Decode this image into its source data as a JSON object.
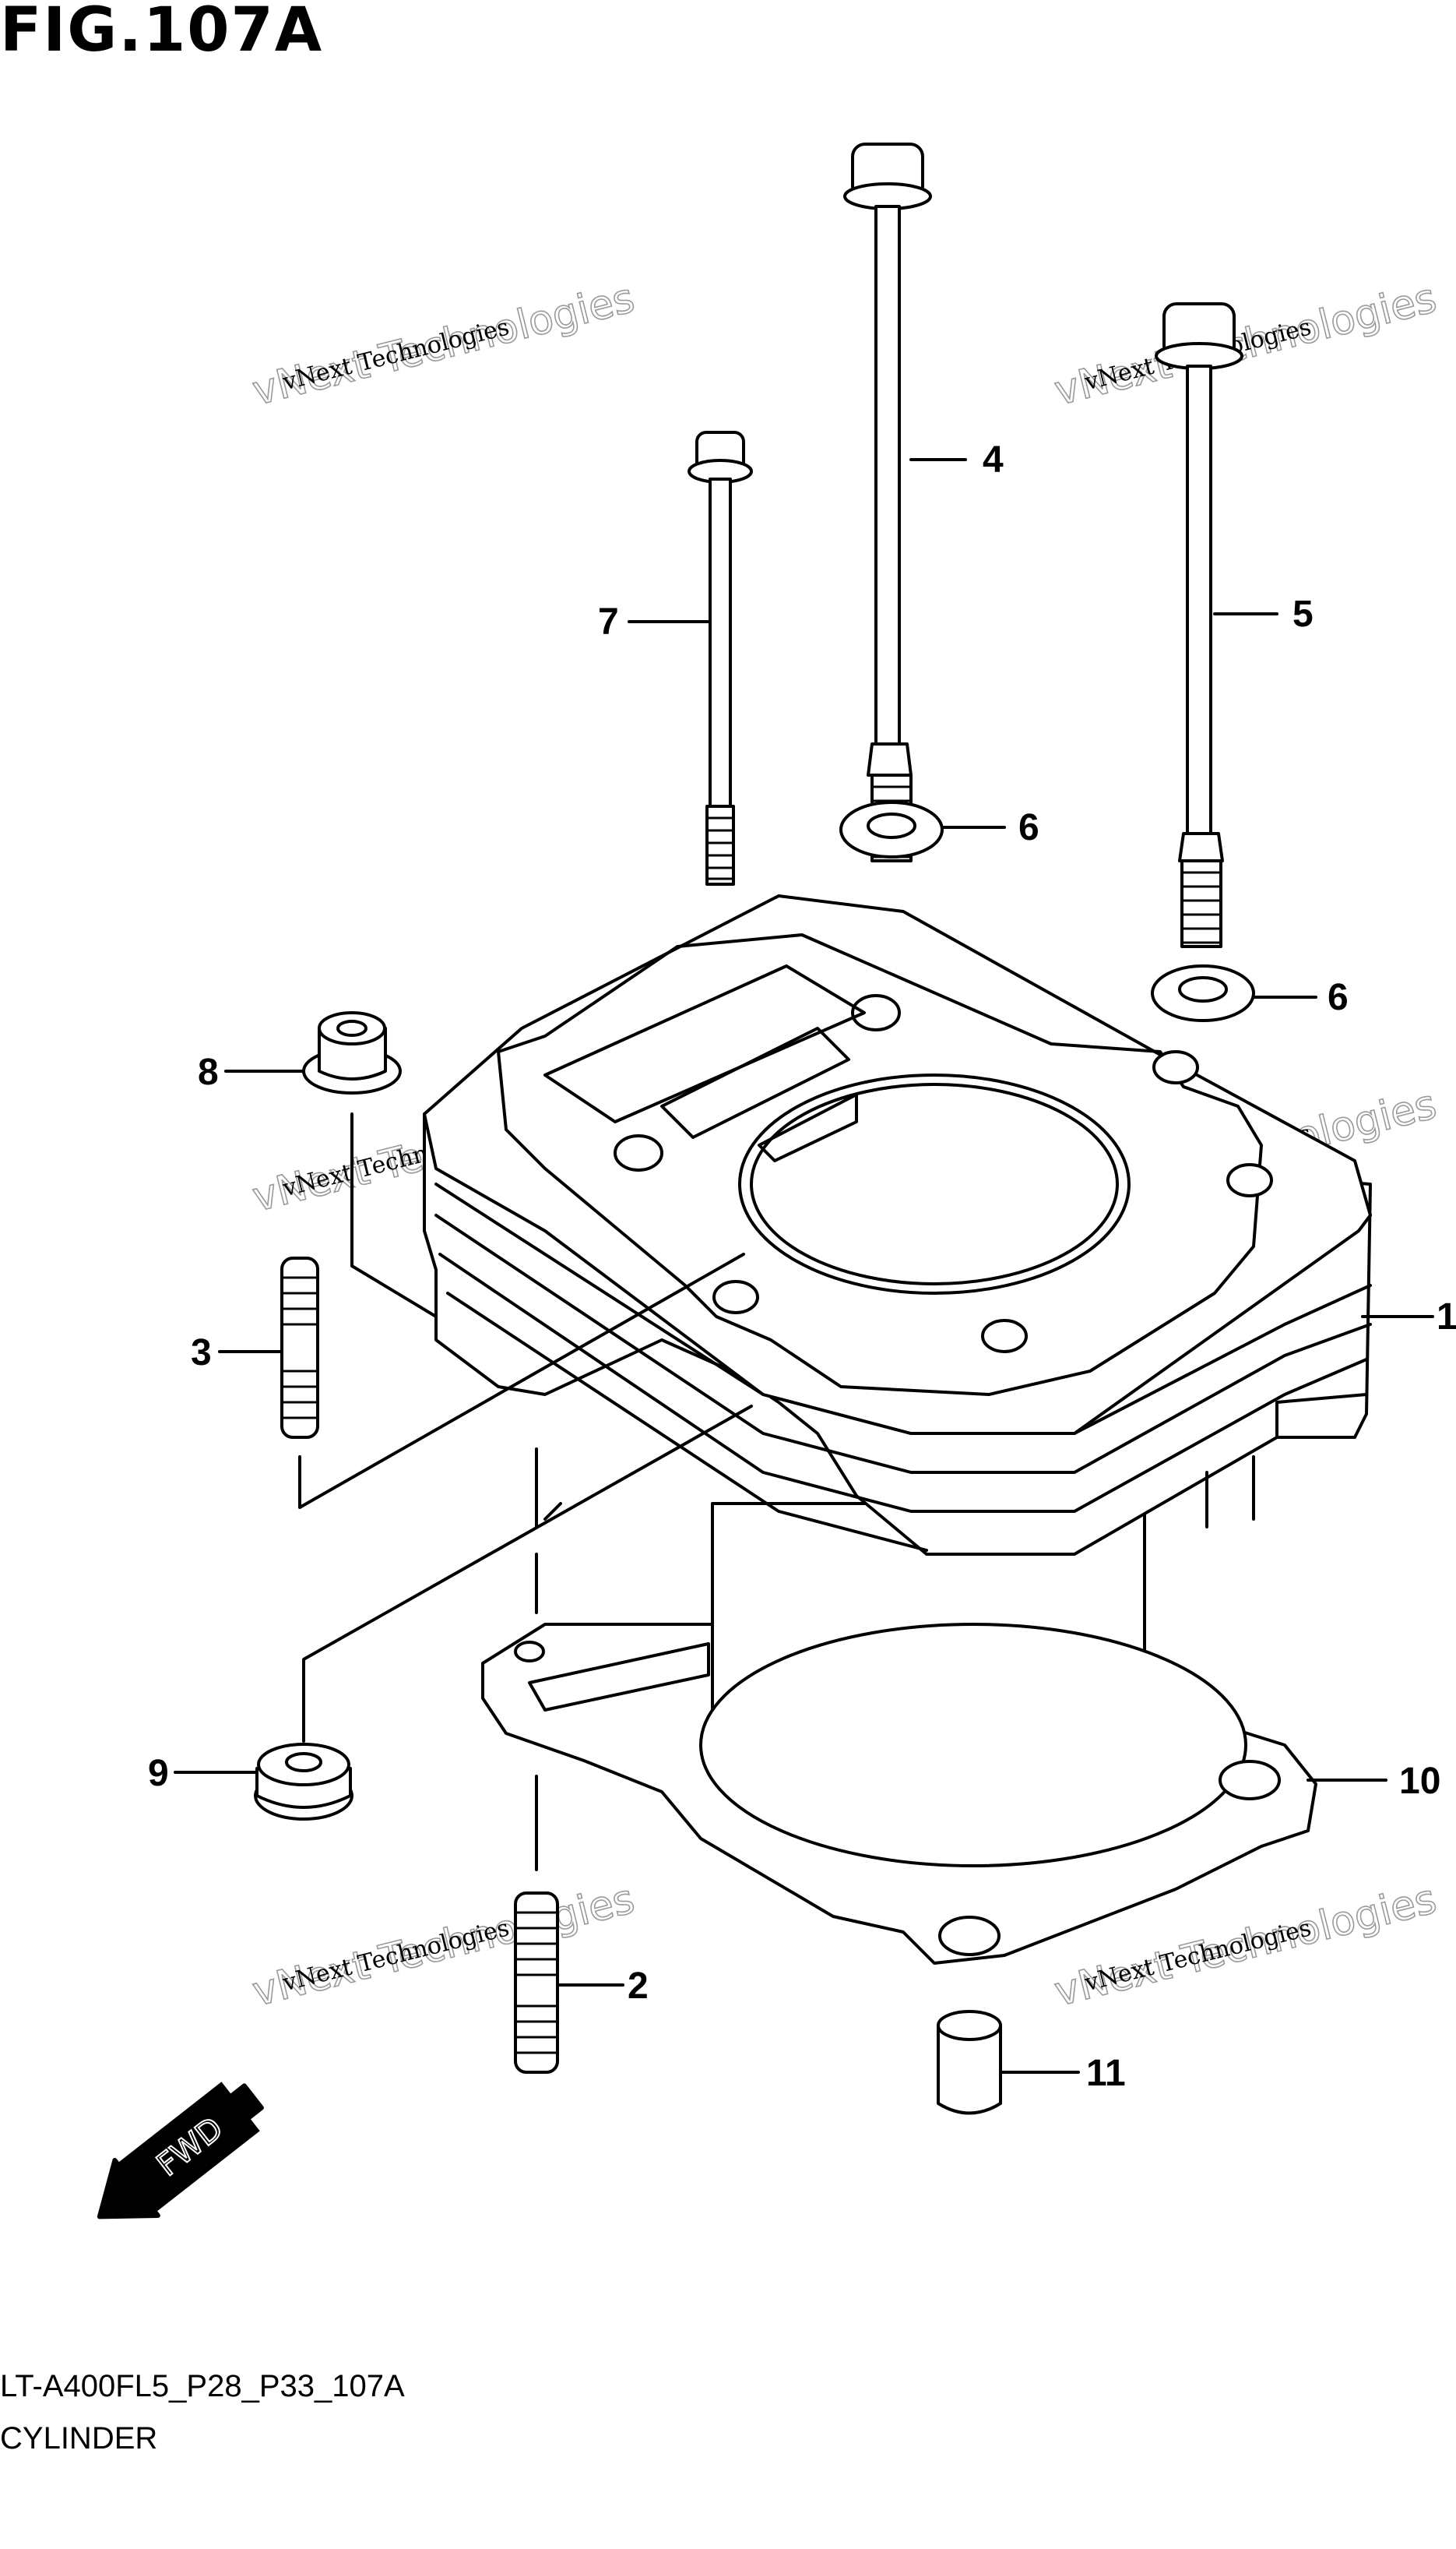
{
  "figure": {
    "title": "FIG.107A",
    "code": "LT-A400FL5_P28_P33_107A",
    "name": "CYLINDER"
  },
  "watermark": {
    "line1": "vNext Technologies",
    "line2": "vNext Technologies"
  },
  "fwd_label": "FWD",
  "callouts": {
    "c1": "1",
    "c2": "2",
    "c3": "3",
    "c4": "4",
    "c5": "5",
    "c6a": "6",
    "c6b": "6",
    "c7": "7",
    "c8": "8",
    "c9": "9",
    "c10": "10",
    "c11": "11"
  }
}
